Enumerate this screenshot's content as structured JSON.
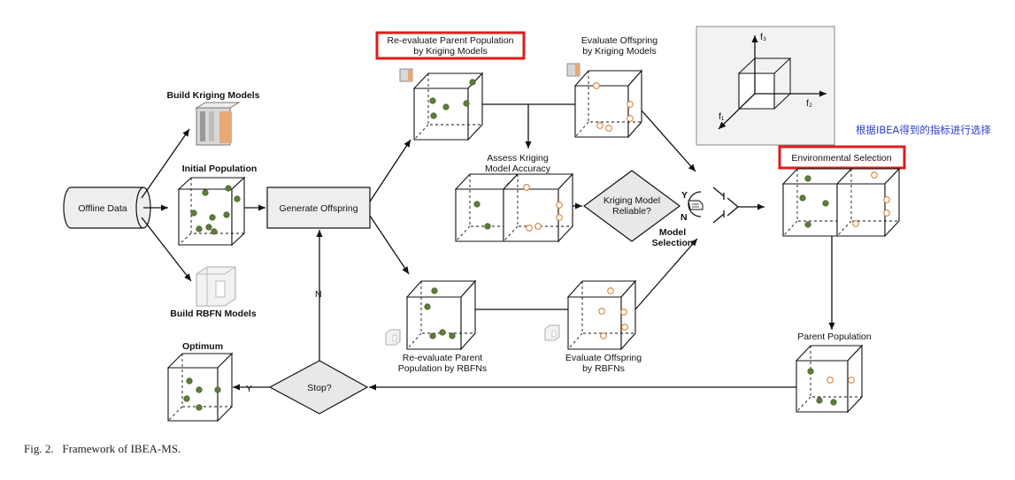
{
  "labels": {
    "offline_data": "Offline Data",
    "build_kriging": "Build Kriging Models",
    "initial_population": "Initial Population",
    "build_rbfn": "Build RBFN Models",
    "generate_offspring": "Generate Offspring",
    "reeval_kriging_l1": "Re-evaluate Parent Population",
    "reeval_kriging_l2": "by Kriging Models",
    "eval_off_kriging_l1": "Evaluate Offspring",
    "eval_off_kriging_l2": "by Kriging Models",
    "assess_l1": "Assess Kriging",
    "assess_l2": "Model Accuracy",
    "reliable_l1": "Kriging Model",
    "reliable_l2": "Reliable?",
    "yes": "Y",
    "no": "N",
    "model_sel_l1": "Model",
    "model_sel_l2": "Selection",
    "env_selection": "Environmental Selection",
    "reeval_rbfn_l1": "Re-evaluate Parent",
    "reeval_rbfn_l2": "Population by RBFNs",
    "eval_off_rbfn_l1": "Evaluate Offspring",
    "eval_off_rbfn_l2": "by RBFNs",
    "parent_population": "Parent Population",
    "stop": "Stop?",
    "optimum": "Optimum",
    "stop_no": "N",
    "stop_yes": "Y",
    "axis_f1": "f₁",
    "axis_f2": "f₂",
    "axis_f3": "f₃"
  },
  "caption": "Fig. 2.   Framework of IBEA-MS.",
  "annotation": "根据IBEA得到的指标进行选择",
  "colors": {
    "highlight": "#e01b1b",
    "annotation": "#2b3fc9",
    "solution_dot": "#5e7d3a",
    "offspring_dot": "#d9823a"
  }
}
